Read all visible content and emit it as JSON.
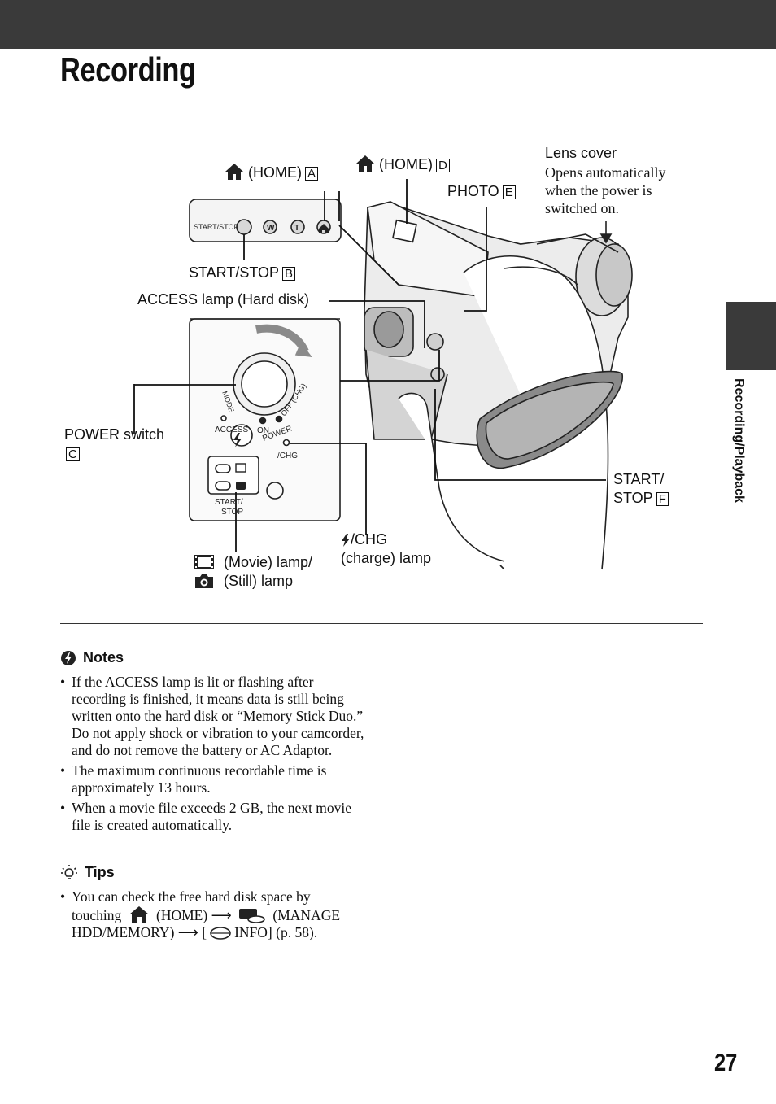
{
  "header": {
    "title": "Recording"
  },
  "side_tab": {
    "label": "Recording/Playback"
  },
  "figure": {
    "labels": {
      "home_a": "(HOME)",
      "home_a_key": "A",
      "home_d": "(HOME)",
      "home_d_key": "D",
      "photo": "PHOTO",
      "photo_key": "E",
      "lens_cover_title": "Lens cover",
      "lens_cover_desc": "Opens automatically when the power is switched on.",
      "start_stop_b": "START/STOP",
      "start_stop_b_key": "B",
      "access_lamp": "ACCESS lamp (Hard disk)",
      "power_switch": "POWER switch",
      "power_switch_key": "C",
      "start_stop_f_1": "START/",
      "start_stop_f_2": "STOP",
      "start_stop_f_key": "F",
      "chg_1": "/CHG",
      "chg_2": "(charge) lamp",
      "movie_lamp": "(Movie) lamp/",
      "still_lamp": "(Still) lamp"
    },
    "panel_labels": {
      "start_stop": "START/STOP",
      "w": "W",
      "t": "T",
      "mode": "MODE",
      "off_chg": "OFF (CHG)",
      "access": "ACCESS",
      "on": "ON",
      "power": "POWER",
      "chg": "/CHG",
      "start_stop_bottom_1": "START/",
      "start_stop_bottom_2": "STOP"
    }
  },
  "notes": {
    "heading": "Notes",
    "items": [
      "If the ACCESS lamp is lit or flashing after recording is finished, it means data is still being written onto the hard disk or “Memory Stick Duo.” Do not apply shock or vibration to your camcorder, and do not remove the battery or AC Adaptor.",
      "The maximum continuous recordable time is approximately 13 hours.",
      "When a movie file exceeds 2 GB, the next movie file is created automatically."
    ]
  },
  "tips": {
    "heading": "Tips",
    "text_1": "You can check the free hard disk space by touching",
    "text_2": "(HOME)",
    "text_3": "(MANAGE HDD/MEMORY)",
    "text_4": "[",
    "text_5": "INFO] (p. 58)."
  },
  "page_number": "27"
}
